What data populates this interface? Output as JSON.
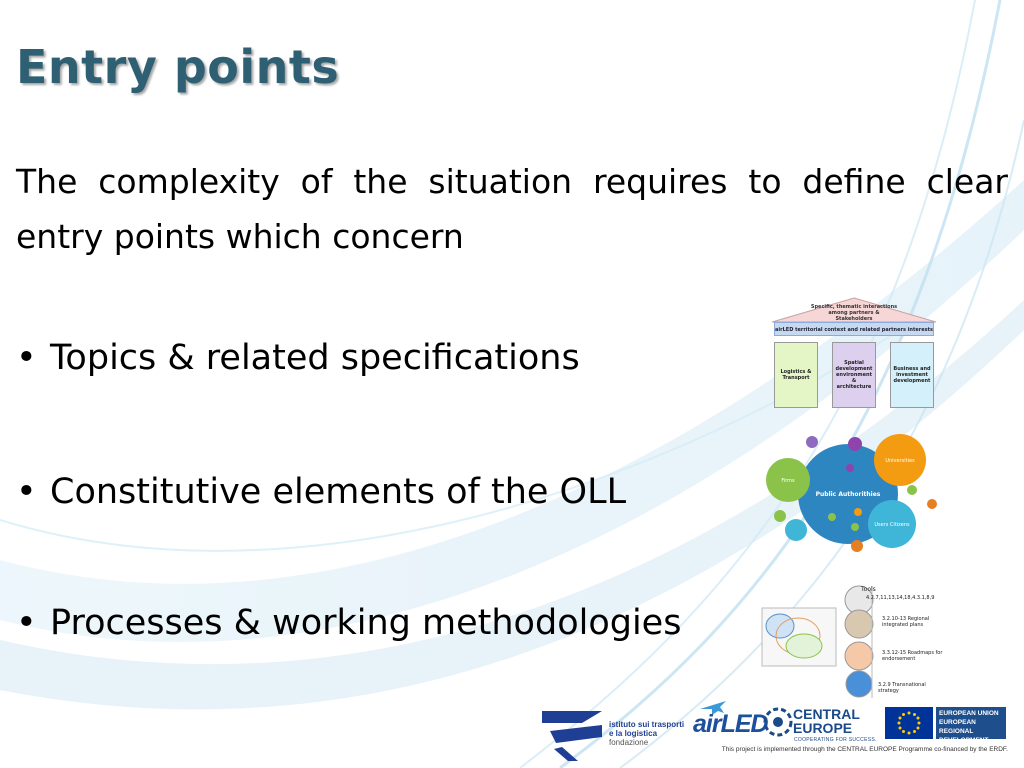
{
  "slide": {
    "title": "Entry points",
    "intro": "The complexity of the situation requires to define clear entry points which concern",
    "bullets": [
      {
        "glyph": "•",
        "text": "Topics & related specifications"
      },
      {
        "glyph": "•",
        "text": "Constitutive elements of the OLL"
      },
      {
        "glyph": "•",
        "text": "Processes & working methodologies"
      }
    ]
  },
  "house_diagram": {
    "roof": "Specific, thematic interactions among partners & Stakeholders",
    "beam": "airLED territorial context and related partners interests",
    "pillars": [
      "Logistics & Transport",
      "Spatial development environment & architecture",
      "Business and investment development"
    ]
  },
  "bubble_diagram": {
    "center": "Public Authorithies",
    "left": "Firms",
    "top_right": "Universities",
    "bottom_right": "Users Citizens"
  },
  "tools_diagram": {
    "title": "Tools",
    "items": [
      "4.2.7,11,13,14,18,4.3.1,8,9",
      "3.2.10-13 Regional integrated plans",
      "3.3.12-15 Roadmaps for endorsement",
      "3.2.9 Transnational strategy"
    ]
  },
  "logos": {
    "istituto": [
      "istituto sui trasporti",
      "e la logistica",
      "fondazione"
    ],
    "airled": "airLED",
    "central_europe": [
      "CENTRAL",
      "EUROPE"
    ],
    "central_europe_tagline": "COOPERATING FOR SUCCESS.",
    "eu": [
      "EUROPEAN UNION",
      "EUROPEAN REGIONAL",
      "DEVELOPMENT FUND"
    ],
    "footer": "This project is implemented through the CENTRAL EUROPE Programme co-financed by the ERDF."
  },
  "colors": {
    "title": "#2e5f73",
    "swoosh": "#a9cfe6",
    "bubble_blue": "#2e86c1",
    "bubble_orange": "#f39c12",
    "bubble_green": "#8bc34a",
    "bubble_teal": "#3fb5d8"
  }
}
